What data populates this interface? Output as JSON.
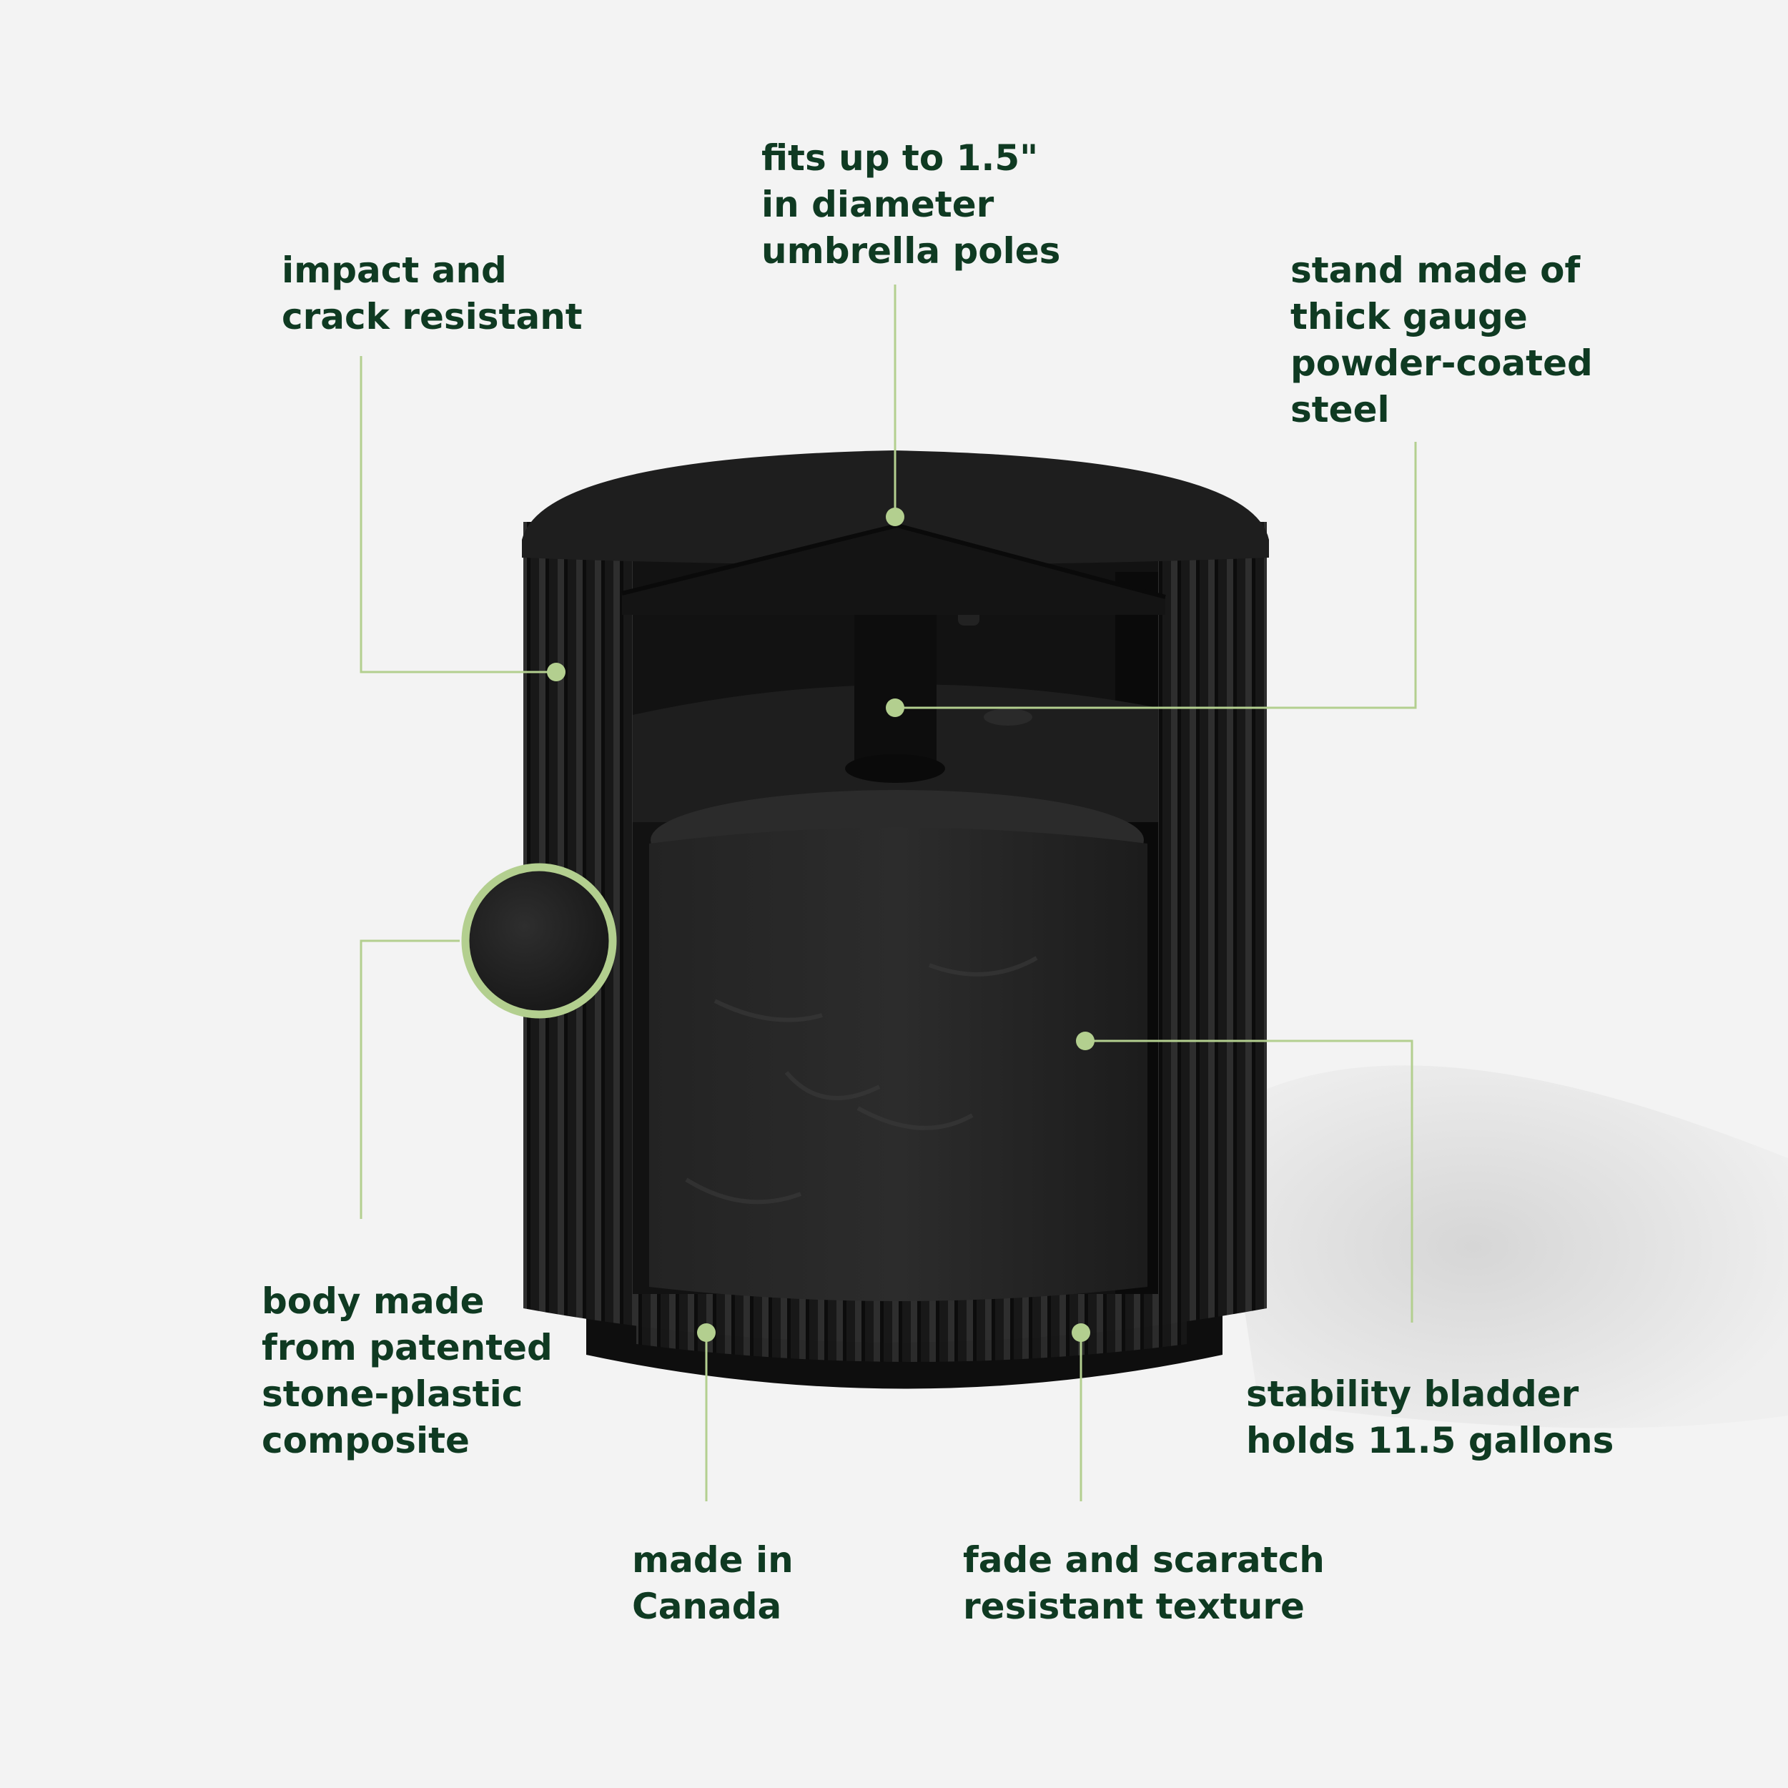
{
  "colors": {
    "background": "#f3f3f3",
    "text": "#0f3a22",
    "accent": "#b3cf8f",
    "product_black": "#1b1b1b"
  },
  "callouts": {
    "pole_fit": [
      "fits up to 1.5\"",
      "in diameter",
      "umbrella poles"
    ],
    "impact": [
      "impact and",
      "crack resistant"
    ],
    "stand": [
      "stand made of",
      "thick gauge",
      "powder-coated",
      "steel"
    ],
    "body": [
      "body made",
      "from patented",
      "stone-plastic",
      "composite"
    ],
    "bladder": [
      "stability bladder",
      "holds 11.5 gallons"
    ],
    "canada": [
      "made in",
      "Canada"
    ],
    "texture": [
      "fade and scaratch",
      "resistant texture"
    ]
  }
}
